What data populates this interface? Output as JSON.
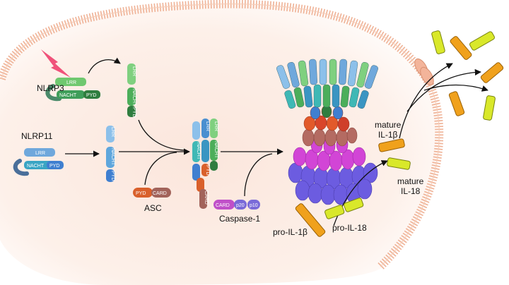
{
  "labels": {
    "nlrp3": "NLRP3",
    "nlrp11": "NLRP11",
    "asc": "ASC",
    "caspase1": "Caspase-1",
    "pro_il1b": "pro-IL-1β",
    "pro_il18": "pro-IL-18",
    "mature_il1b_line1": "mature",
    "mature_il1b_line2": "IL-1β",
    "mature_il18_line1": "mature",
    "mature_il18_line2": "IL-18"
  },
  "domains": {
    "lrr": "LRR",
    "nacht": "NACHT",
    "pyd": "PYD",
    "card": "CARD",
    "p20": "p20",
    "p10": "p10"
  },
  "colors": {
    "nlrp3": "#4cae5a",
    "nlrp3_light": "#7fd07f",
    "nlrp11": "#4a8fd0",
    "nlrp11_light": "#8cc0ea",
    "nlrp11_teal": "#3fb8b5",
    "asc_pyd": "#d9602b",
    "asc_card": "#a2635a",
    "caspase_card": "#c050c8",
    "caspase_p": "#7a6ad8",
    "il1b": "#f0a11c",
    "il18": "#d9e82a",
    "membrane": "#f2b89c",
    "cell_fill": "#fcebe2",
    "signal": "#f0527a"
  }
}
